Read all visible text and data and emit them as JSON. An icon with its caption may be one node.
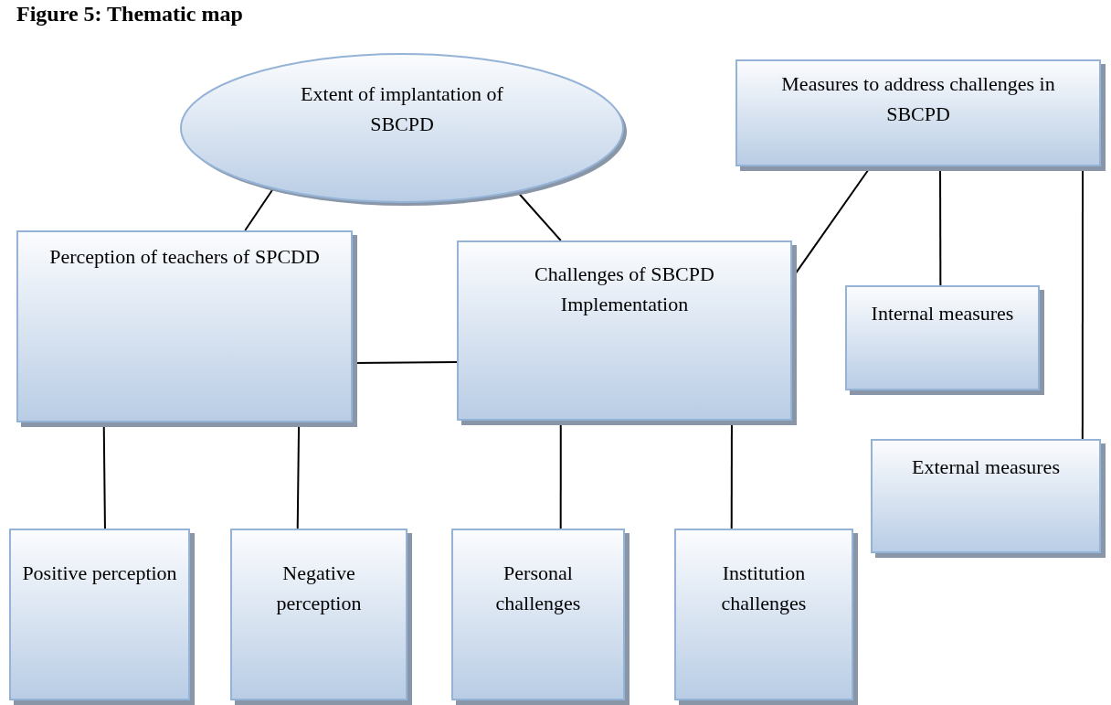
{
  "diagram": {
    "title": "Figure 5: Thematic map",
    "nodes": [
      {
        "text": [
          "Extent of implantation of SBCPD"
        ]
      },
      {
        "text": [
          "Measures to address challenges in SBCPD"
        ]
      },
      {
        "text": [
          "Perception of teachers of SPCDD"
        ]
      },
      {
        "text": [
          "Challenges of SBCPD Implementation"
        ]
      },
      {
        "text": [
          "Internal measures"
        ]
      },
      {
        "text": [
          "External measures"
        ]
      },
      {
        "text": [
          "Positive perception"
        ]
      },
      {
        "text": [
          "Negative perception"
        ]
      },
      {
        "text": [
          "Personal challenges"
        ]
      },
      {
        "text": [
          "Institution challenges"
        ]
      }
    ],
    "edges": [
      {
        "from": 0,
        "to": 2,
        "arrow": "none"
      },
      {
        "from": 0,
        "to": 3,
        "arrow": "none"
      },
      {
        "from": 1,
        "to": 3,
        "arrow": "none"
      },
      {
        "from": 1,
        "to": 4,
        "arrow": "none"
      },
      {
        "from": 1,
        "to": 5,
        "arrow": "none"
      },
      {
        "from": 2,
        "to": 3,
        "arrow": "none"
      },
      {
        "from": 2,
        "to": 6,
        "arrow": "none"
      },
      {
        "from": 2,
        "to": 7,
        "arrow": "none"
      },
      {
        "from": 3,
        "to": 8,
        "arrow": "none"
      },
      {
        "from": 3,
        "to": 9,
        "arrow": "none"
      }
    ]
  }
}
